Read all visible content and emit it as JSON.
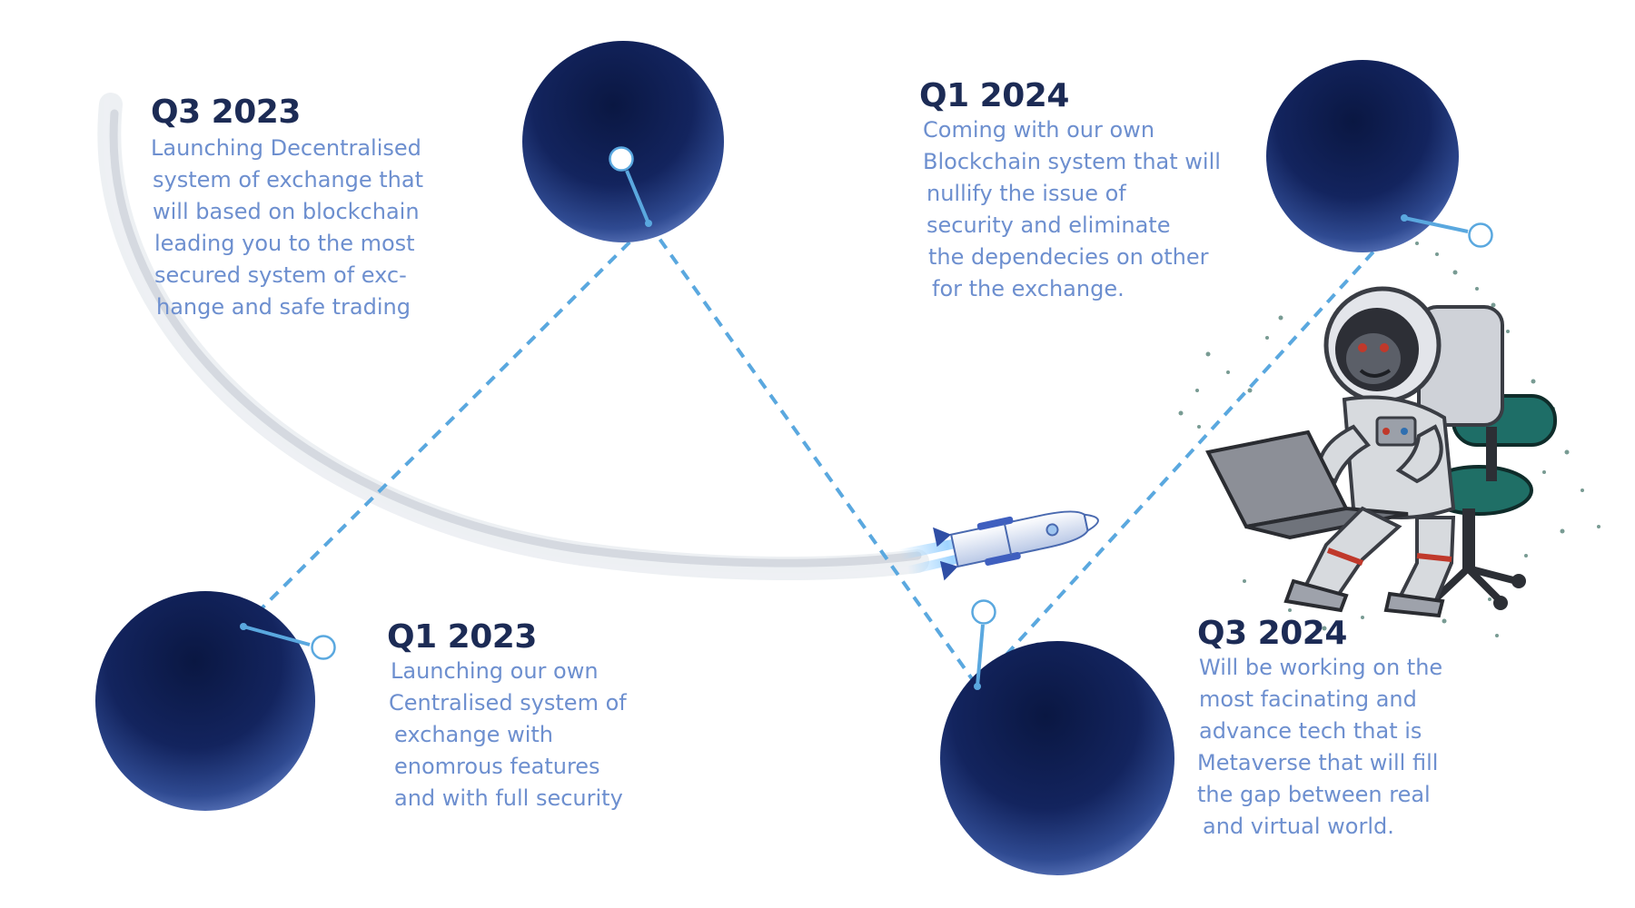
{
  "colors": {
    "title": "#1c2b55",
    "body_text": "#6d8fcf",
    "connector": "#5aa8df",
    "node_dark": "#0a1742",
    "node_light": "#4f67ad"
  },
  "milestones": [
    {
      "title": "Q3 2023",
      "lines": [
        "Launching Decentralised",
        "system of exchange that",
        "will based on blockchain",
        "leading you to the most",
        "secured system of exc-",
        "hange and safe trading"
      ]
    },
    {
      "title": "Q1 2024",
      "lines": [
        "Coming with our own",
        "Blockchain system that will",
        "nullify the issue of",
        "security and eliminate",
        "the dependecies on other",
        "for the exchange."
      ]
    },
    {
      "title": "Q1 2023",
      "lines": [
        "Launching our own",
        "Centralised system of",
        "exchange with",
        "enomrous features",
        "and with full security"
      ]
    },
    {
      "title": "Q3 2024",
      "lines": [
        "Will be working on the",
        "most facinating and",
        "advance tech that is",
        "Metaverse that will fill",
        "the gap between real",
        "and virtual world."
      ]
    }
  ],
  "illustrations": {
    "rocket": "rocket-icon",
    "astronaut": "astronaut-with-laptop-illustration"
  }
}
